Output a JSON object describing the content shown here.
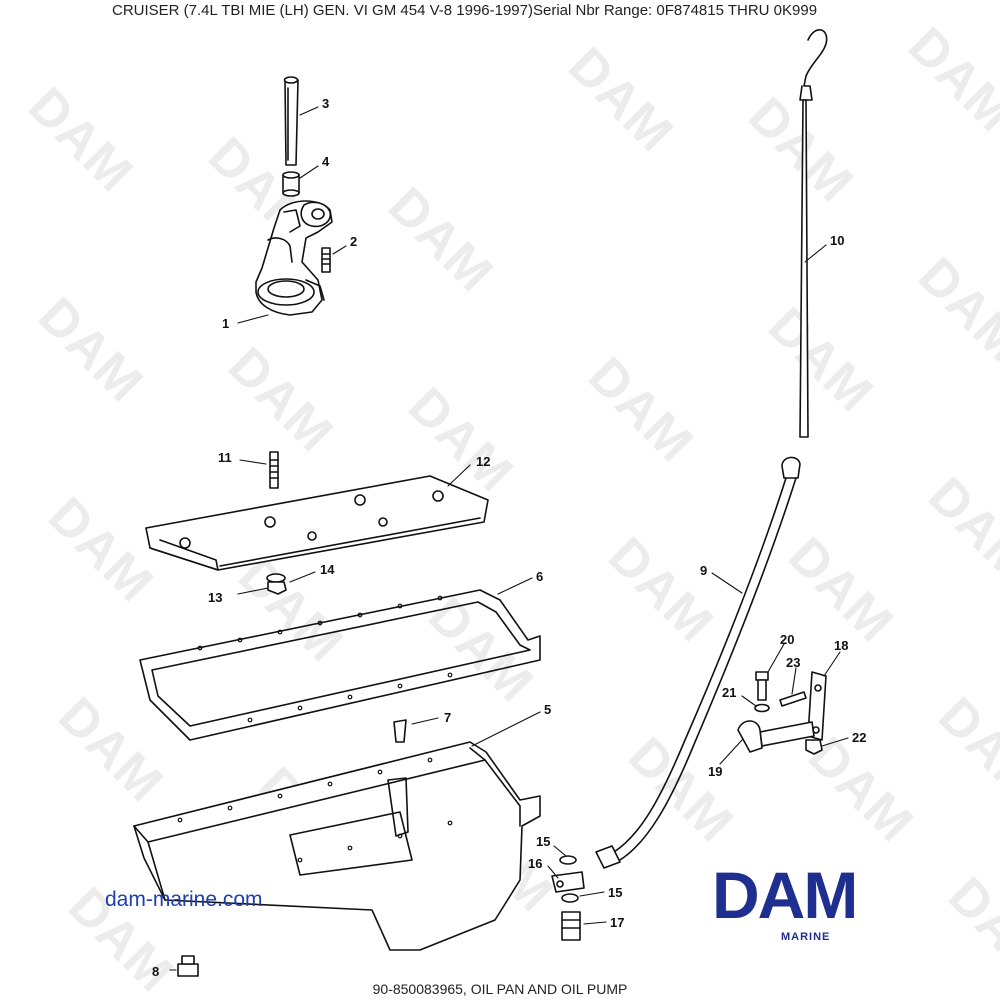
{
  "header": {
    "title": "CRUISER (7.4L TBI MIE (LH) GEN. VI    GM 454 V-8 1996-1997)Serial Nbr Range: 0F874815 THRU 0K999"
  },
  "footer": {
    "caption": "90-850083965, OIL PAN AND OIL PUMP"
  },
  "website": "dam-marine.com",
  "logo": {
    "main": "DAM",
    "sub": "MARINE",
    "color": "#1f2f8f"
  },
  "watermark": {
    "text": "DAM",
    "color": "#ececec"
  },
  "callouts": [
    {
      "id": "c1",
      "label": "1"
    },
    {
      "id": "c2",
      "label": "2"
    },
    {
      "id": "c3",
      "label": "3"
    },
    {
      "id": "c4",
      "label": "4"
    },
    {
      "id": "c5",
      "label": "5"
    },
    {
      "id": "c6",
      "label": "6"
    },
    {
      "id": "c7",
      "label": "7"
    },
    {
      "id": "c8",
      "label": "8"
    },
    {
      "id": "c9",
      "label": "9"
    },
    {
      "id": "c10",
      "label": "10"
    },
    {
      "id": "c11",
      "label": "11"
    },
    {
      "id": "c12",
      "label": "12"
    },
    {
      "id": "c13",
      "label": "13"
    },
    {
      "id": "c14",
      "label": "14"
    },
    {
      "id": "c15a",
      "label": "15"
    },
    {
      "id": "c15b",
      "label": "15"
    },
    {
      "id": "c16",
      "label": "16"
    },
    {
      "id": "c17",
      "label": "17"
    },
    {
      "id": "c18",
      "label": "18"
    },
    {
      "id": "c19",
      "label": "19"
    },
    {
      "id": "c20",
      "label": "20"
    },
    {
      "id": "c21",
      "label": "21"
    },
    {
      "id": "c22",
      "label": "22"
    },
    {
      "id": "c23",
      "label": "23"
    }
  ]
}
